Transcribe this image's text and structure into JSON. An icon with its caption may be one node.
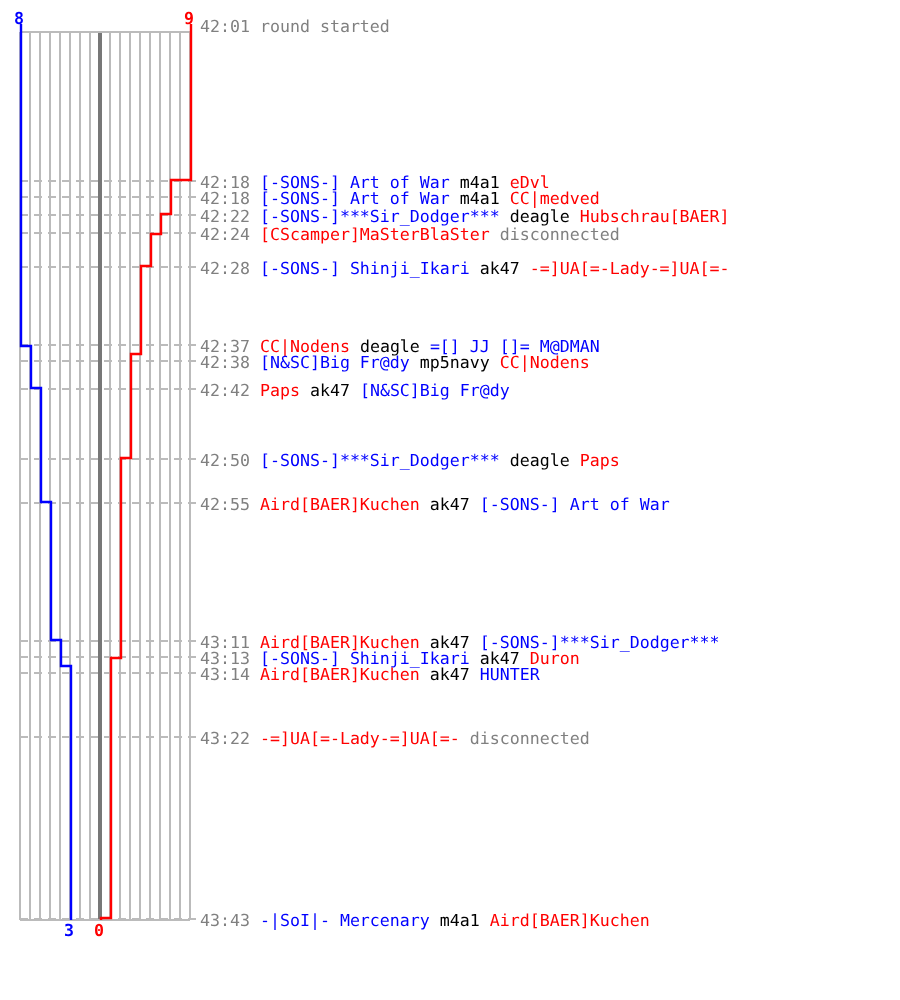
{
  "diagram": {
    "labels": [
      "8",
      "9",
      "42:01",
      "round started",
      "42:18",
      "[-SONS-] Art of War",
      "m4a1",
      "eDvl",
      "42:18",
      "[-SONS-] Art of War",
      "m4a1",
      "CC|medved",
      "42:22",
      "[-SONS-]***Sir_Dodger***",
      "deagle",
      "Hubschrau[BAER]",
      "42:24",
      "[CScamper]MaSterBlaSter",
      "disconnected",
      "42:28",
      "[-SONS-] Shinji_Ikari",
      "ak47",
      "-=]UA[=-Lady-=]UA[=-",
      "42:37",
      "CC|Nodens",
      "deagle",
      "=[] JJ []= M@DMAN",
      "42:38",
      "[N&SC]Big Fr@dy",
      "mp5navy",
      "CC|Nodens",
      "42:42",
      "Paps",
      "ak47",
      "[N&SC]Big Fr@dy",
      "42:50",
      "[-SONS-]***Sir_Dodger***",
      "deagle",
      "Paps",
      "42:55",
      "Aird[BAER]Kuchen",
      "ak47",
      "[-SONS-] Art of War",
      "43:11",
      "Aird[BAER]Kuchen",
      "ak47",
      "[-SONS-]***Sir_Dodger***",
      "43:13",
      "[-SONS-] Shinji_Ikari",
      "ak47",
      "Duron",
      "43:14",
      "Aird[BAER]Kuchen",
      "ak47",
      "HUNTER",
      "43:22",
      "-=]UA[=-Lady-=]UA[=-",
      "disconnected",
      "43:43",
      "-|SoI|- Mercenary",
      "m4a1",
      "Aird[BAER]Kuchen",
      "3",
      "0"
    ]
  }
}
